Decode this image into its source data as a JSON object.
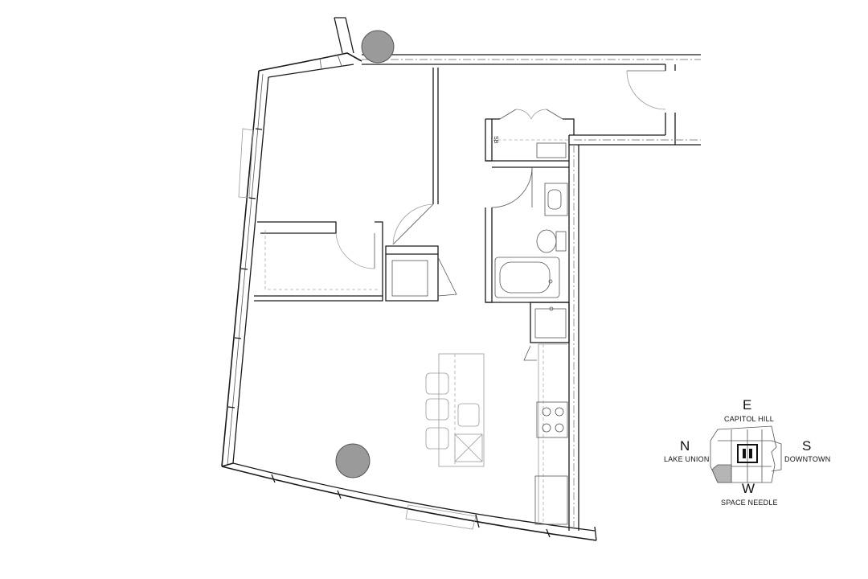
{
  "plan": {
    "shelf_label": "SB"
  },
  "compass": {
    "top": {
      "letter": "E",
      "label": "CAPITOL HILL"
    },
    "left": {
      "letter": "N",
      "label": "LAKE UNION"
    },
    "right": {
      "letter": "S",
      "label": "DOWNTOWN"
    },
    "bottom": {
      "letter": "W",
      "label": "SPACE NEEDLE"
    },
    "highlight_color": "#b5b5b5"
  }
}
